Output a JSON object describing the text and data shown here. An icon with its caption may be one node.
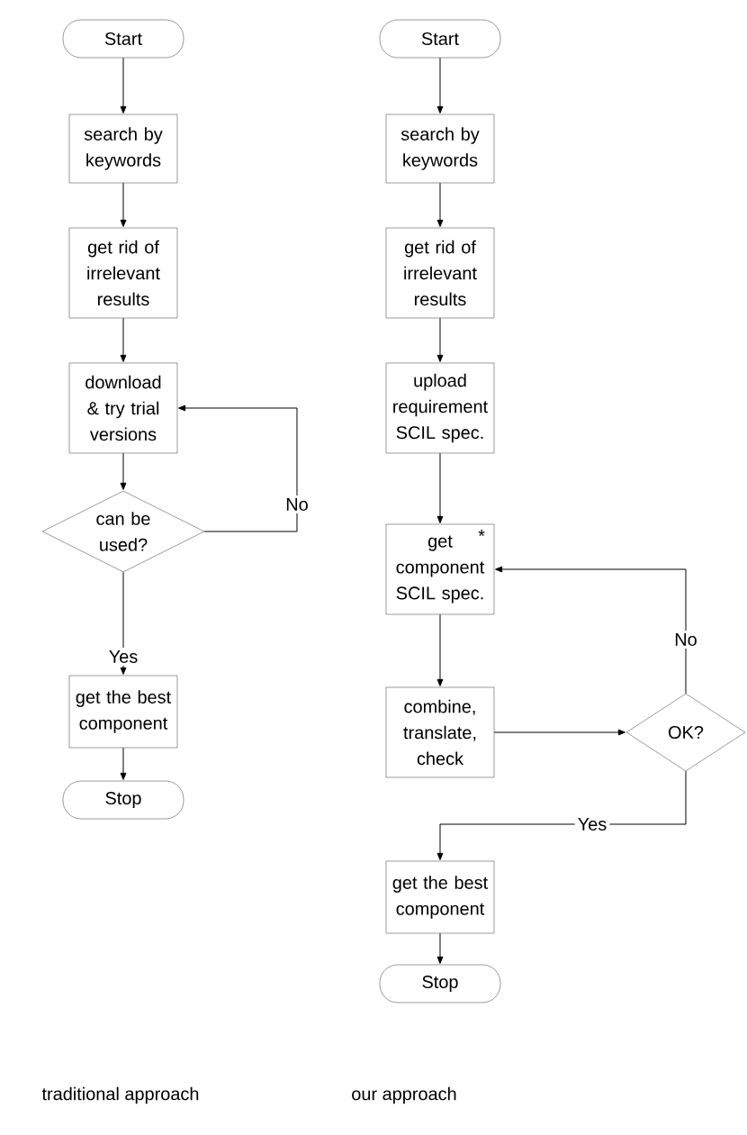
{
  "diagram": {
    "nodes": [
      {
        "text": [
          "Start"
        ]
      },
      {
        "text": [
          "search by keywords"
        ]
      },
      {
        "text": [
          "get rid of irrelevant results"
        ]
      },
      {
        "text": [
          "download & try trial versions"
        ]
      },
      {
        "text": [
          "can be used?"
        ]
      },
      {
        "text": [
          "get the best component"
        ]
      },
      {
        "text": [
          "Stop"
        ]
      },
      {
        "text": [
          "Start"
        ]
      },
      {
        "text": [
          "search by keywords"
        ]
      },
      {
        "text": [
          "get rid of irrelevant results"
        ]
      },
      {
        "text": [
          "upload requirement SCIL spec."
        ]
      },
      {
        "text": [
          "*",
          "get component SCIL spec."
        ]
      },
      {
        "text": [
          "combine, translate, check"
        ]
      },
      {
        "text": [
          "OK?"
        ]
      },
      {
        "text": [
          "get the best component"
        ]
      },
      {
        "text": [
          "Stop"
        ]
      }
    ],
    "edges": [
      {
        "from": 0,
        "to": 1,
        "arrow": "to"
      },
      {
        "from": 1,
        "to": 2,
        "arrow": "to"
      },
      {
        "from": 2,
        "to": 3,
        "arrow": "to"
      },
      {
        "from": 3,
        "to": 4,
        "arrow": "to"
      },
      {
        "from": 4,
        "to": 5,
        "arrow": "to",
        "label": "Yes"
      },
      {
        "from": 4,
        "to": 3,
        "arrow": "to",
        "label": "No"
      },
      {
        "from": 5,
        "to": 6,
        "arrow": "to"
      },
      {
        "from": 7,
        "to": 8,
        "arrow": "to"
      },
      {
        "from": 8,
        "to": 9,
        "arrow": "to"
      },
      {
        "from": 9,
        "to": 10,
        "arrow": "to"
      },
      {
        "from": 10,
        "to": 11,
        "arrow": "to"
      },
      {
        "from": 11,
        "to": 12,
        "arrow": "to"
      },
      {
        "from": 12,
        "to": 13,
        "arrow": "to"
      },
      {
        "from": 13,
        "to": 11,
        "arrow": "to",
        "label": "No"
      },
      {
        "from": 13,
        "to": 14,
        "arrow": "to",
        "label": "Yes"
      },
      {
        "from": 14,
        "to": 15,
        "arrow": "to"
      }
    ],
    "labels": [
      "traditional approach",
      "our approach"
    ]
  }
}
